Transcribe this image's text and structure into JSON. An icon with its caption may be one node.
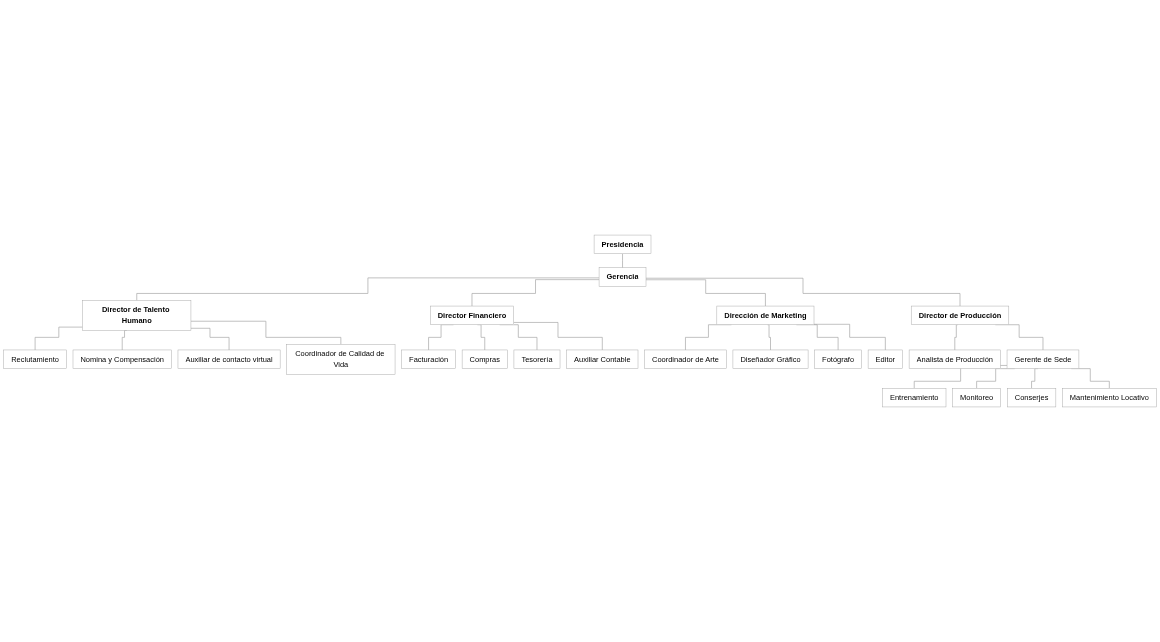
{
  "diagram": {
    "nodes": [
      {
        "text": [
          "Presidencia"
        ]
      },
      {
        "text": [
          "Gerencia"
        ]
      },
      {
        "text": [
          "Director de Talento Humano"
        ]
      },
      {
        "text": [
          "Director Financiero"
        ]
      },
      {
        "text": [
          "Dirección de Marketing"
        ]
      },
      {
        "text": [
          "Director de Producción"
        ]
      },
      {
        "text": [
          "Reclutamiento"
        ]
      },
      {
        "text": [
          "Nomina y Compensación"
        ]
      },
      {
        "text": [
          "Auxiliar de contacto virtual"
        ]
      },
      {
        "text": [
          "Coordinador de Calidad de Vida"
        ]
      },
      {
        "text": [
          "Facturación"
        ]
      },
      {
        "text": [
          "Compras"
        ]
      },
      {
        "text": [
          "Tesorería"
        ]
      },
      {
        "text": [
          "Auxiliar Contable"
        ]
      },
      {
        "text": [
          "Coordinador de Arte"
        ]
      },
      {
        "text": [
          "Diseñador Gráfico"
        ]
      },
      {
        "text": [
          "Fotógrafo"
        ]
      },
      {
        "text": [
          "Editor"
        ]
      },
      {
        "text": [
          "Analista de Producción"
        ]
      },
      {
        "text": [
          "Gerente de Sede"
        ]
      },
      {
        "text": [
          "Entrenamiento"
        ]
      },
      {
        "text": [
          "Monitoreo"
        ]
      },
      {
        "text": [
          "Conserjes"
        ]
      },
      {
        "text": [
          "Mantenimiento Locativo"
        ]
      }
    ],
    "edges": [
      {
        "from": 0,
        "to": 1,
        "arrow": "none"
      },
      {
        "from": 1,
        "to": 2,
        "arrow": "none"
      },
      {
        "from": 1,
        "to": 3,
        "arrow": "none"
      },
      {
        "from": 1,
        "to": 4,
        "arrow": "none"
      },
      {
        "from": 1,
        "to": 5,
        "arrow": "none"
      },
      {
        "from": 2,
        "to": 6,
        "arrow": "none"
      },
      {
        "from": 2,
        "to": 7,
        "arrow": "none"
      },
      {
        "from": 2,
        "to": 8,
        "arrow": "none"
      },
      {
        "from": 2,
        "to": 9,
        "arrow": "none"
      },
      {
        "from": 3,
        "to": 10,
        "arrow": "none"
      },
      {
        "from": 3,
        "to": 11,
        "arrow": "none"
      },
      {
        "from": 3,
        "to": 12,
        "arrow": "none"
      },
      {
        "from": 3,
        "to": 13,
        "arrow": "none"
      },
      {
        "from": 4,
        "to": 14,
        "arrow": "none"
      },
      {
        "from": 4,
        "to": 15,
        "arrow": "none"
      },
      {
        "from": 4,
        "to": 16,
        "arrow": "none"
      },
      {
        "from": 4,
        "to": 17,
        "arrow": "none"
      },
      {
        "from": 5,
        "to": 18,
        "arrow": "none"
      },
      {
        "from": 5,
        "to": 19,
        "arrow": "none"
      },
      {
        "from": 19,
        "to": 20,
        "arrow": "none"
      },
      {
        "from": 19,
        "to": 21,
        "arrow": "none"
      },
      {
        "from": 19,
        "to": 22,
        "arrow": "none"
      },
      {
        "from": 19,
        "to": 23,
        "arrow": "none"
      }
    ]
  }
}
